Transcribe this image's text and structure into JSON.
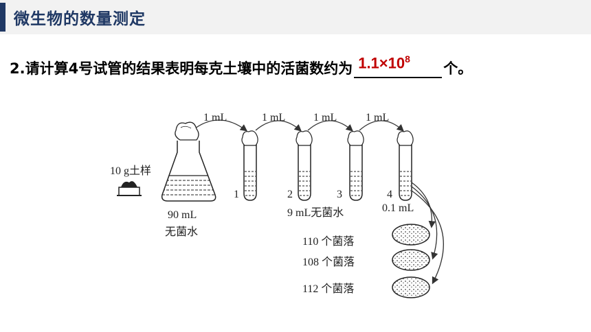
{
  "header": {
    "title": "微生物的数量测定"
  },
  "question": {
    "prefix": "2.请计算4号试管的结果表明每克土壤中的活菌数约为",
    "answer_base": "1.1×10",
    "answer_exp": "8",
    "suffix": "个。"
  },
  "diagram": {
    "transfers": [
      "1 mL",
      "1 mL",
      "1 mL",
      "1 mL"
    ],
    "soil_label": "10 g土样",
    "flask_label_1": "90 mL",
    "flask_label_2": "无菌水",
    "tube_numbers": [
      "1",
      "2",
      "3",
      "4"
    ],
    "tube_water_label": "9 mL无菌水",
    "spread_volume": "0.1 mL",
    "plates": [
      "110 个菌落",
      "108 个菌落",
      "112 个菌落"
    ]
  }
}
